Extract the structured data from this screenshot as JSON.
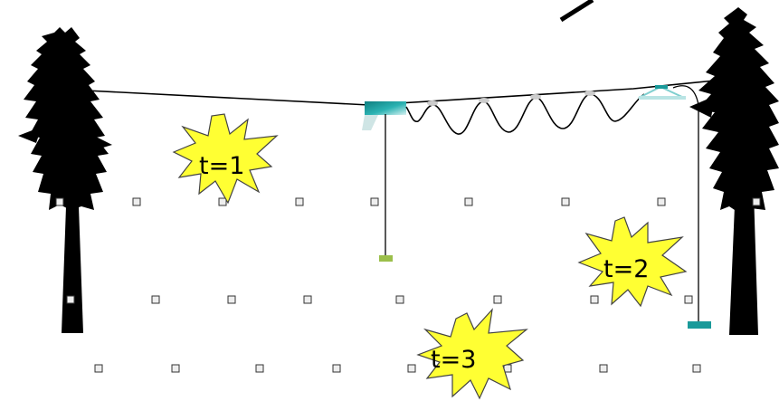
{
  "labels": {
    "burst_1": "t=1",
    "burst_2": "t=2",
    "burst_3": "t=3"
  },
  "colors": {
    "background": "#ffffff",
    "tree": "#000000",
    "cable": "#000000",
    "carriage": "#1a9a9a",
    "load_pad_left": "#9bbf4a",
    "load_pad_right": "#1a9a9a",
    "starburst_fill": "#ffff33",
    "starburst_stroke": "#444444",
    "marker_fill": "#eeeeee",
    "marker_stroke": "#333333"
  }
}
